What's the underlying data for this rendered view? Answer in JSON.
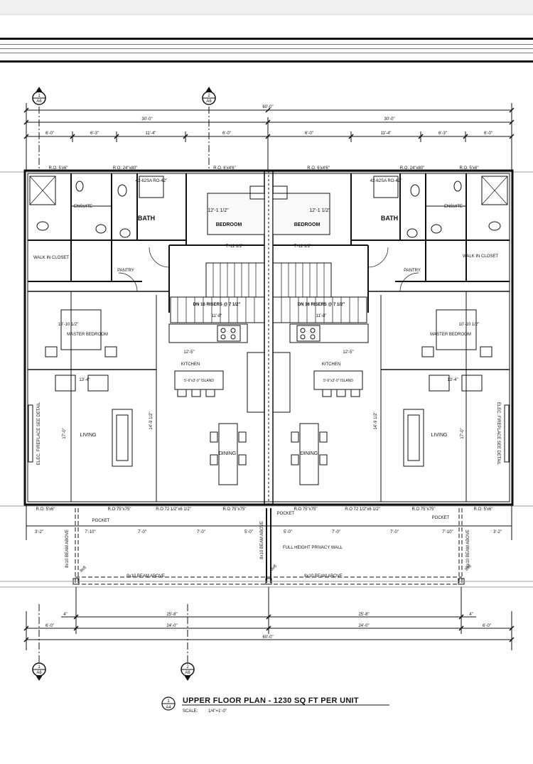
{
  "drawing": {
    "title": "UPPER FLOOR PLAN - 1230 SQ FT PER UNIT",
    "scale_label": "SCALE:",
    "scale_value": "1/4\"=1'-0\"",
    "detail_number": "1",
    "detail_sheet": "A4"
  },
  "section_markers": {
    "top_left": {
      "num": "1",
      "sheet": "A6"
    },
    "top_right": {
      "num": "2",
      "sheet": "A6"
    },
    "bottom_left": {
      "num": "1",
      "sheet": "A6"
    },
    "bottom_right": {
      "num": "2",
      "sheet": "A6"
    }
  },
  "dimensions": {
    "overall": "60'-0\"",
    "half_left": "30'-0\"",
    "half_right": "30'-0\"",
    "top_left": [
      "6'-0\"",
      "6'-3\"",
      "11'-4\"",
      "6'-0\""
    ],
    "top_right": [
      "6'-0\"",
      "11'-4\"",
      "6'-3\"",
      "6'-0\""
    ],
    "bottom_left": [
      "3'-2\"",
      "7'-10\"",
      "7'-0\"",
      "7'-0\"",
      "5'-0\""
    ],
    "bottom_right": [
      "5'-0\"",
      "7'-0\"",
      "7'-0\"",
      "7'-10\"",
      "3'-2\""
    ],
    "lower_4": "4\"",
    "lower_25_8": "25'-8\"",
    "lower_24": "24'-0\"",
    "lower_6": "6'-0\"",
    "bottom_overall": "60'-0\""
  },
  "rooms": {
    "bedroom": "BEDROOM",
    "bath": "BATH",
    "ensuite": "ENSUITE",
    "walk_in_closet_l": "WALK IN CLOSET",
    "walk_in_closet_r": "WALK IN CLOSET",
    "pantry": "PANTRY",
    "master_bedroom": "MASTER BEDROOM",
    "kitchen": "KITCHEN",
    "living": "LIVING",
    "dining": "DINING",
    "island": "5'-6\"x3'-0\" ISLAND",
    "fireplace": "ELEC. FIREPLACE SEE DETAIL"
  },
  "notes": {
    "stairs": "DN 16 RISERS @ 7 1/2\"",
    "pocket": "POCKET",
    "beam_above": "8x10 BEAM ABOVE",
    "privacy_wall": "FULL HEIGHT PRIVACY WALL",
    "beam": "8x8",
    "bedroom_dim1": "12'-1 1/2\"",
    "bedroom_dim2": "7'-11 1/2\"",
    "kitchen_dim": "12'-5\"",
    "master_dim": "10'-10 1/2\"",
    "master_width": "13'-4\"",
    "living_dim": "17'-0\"",
    "dining_dim": "14'-9 1/2\"",
    "stair_dim": "11'-8\"",
    "ro_window1": "R.O. 5'x6\"",
    "ro_window2": "R.O. 6'x4'6\"",
    "ro_door": "R.O. 24\"x80\"",
    "shower": "42-62SA RO-42\"",
    "ro_72": "R.O 72 1/2\"x6 1/2\"",
    "ro_75": "R.O 75\"x75\""
  }
}
